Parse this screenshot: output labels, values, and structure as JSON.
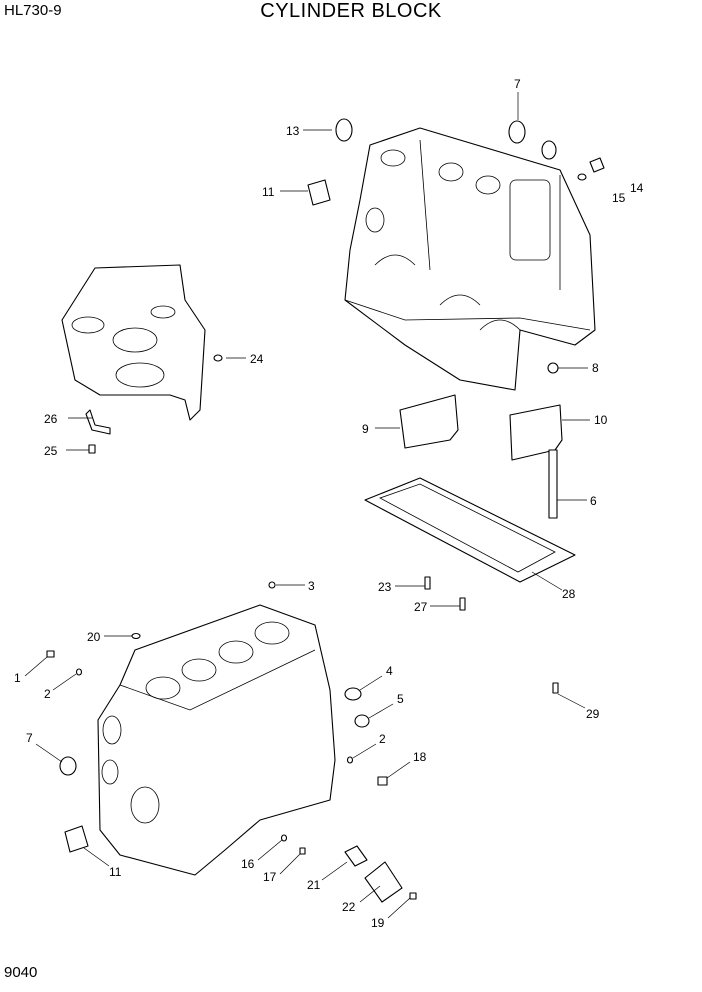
{
  "header": {
    "model": "HL730-9",
    "title": "CYLINDER BLOCK"
  },
  "footer": {
    "page_number": "9040"
  },
  "callouts": [
    "13",
    "7",
    "14",
    "15",
    "11",
    "24",
    "8",
    "9",
    "10",
    "26",
    "25",
    "6",
    "23",
    "27",
    "28",
    "3",
    "20",
    "1",
    "2",
    "4",
    "5",
    "7",
    "2",
    "18",
    "29",
    "11",
    "16",
    "17",
    "21",
    "22",
    "19"
  ]
}
